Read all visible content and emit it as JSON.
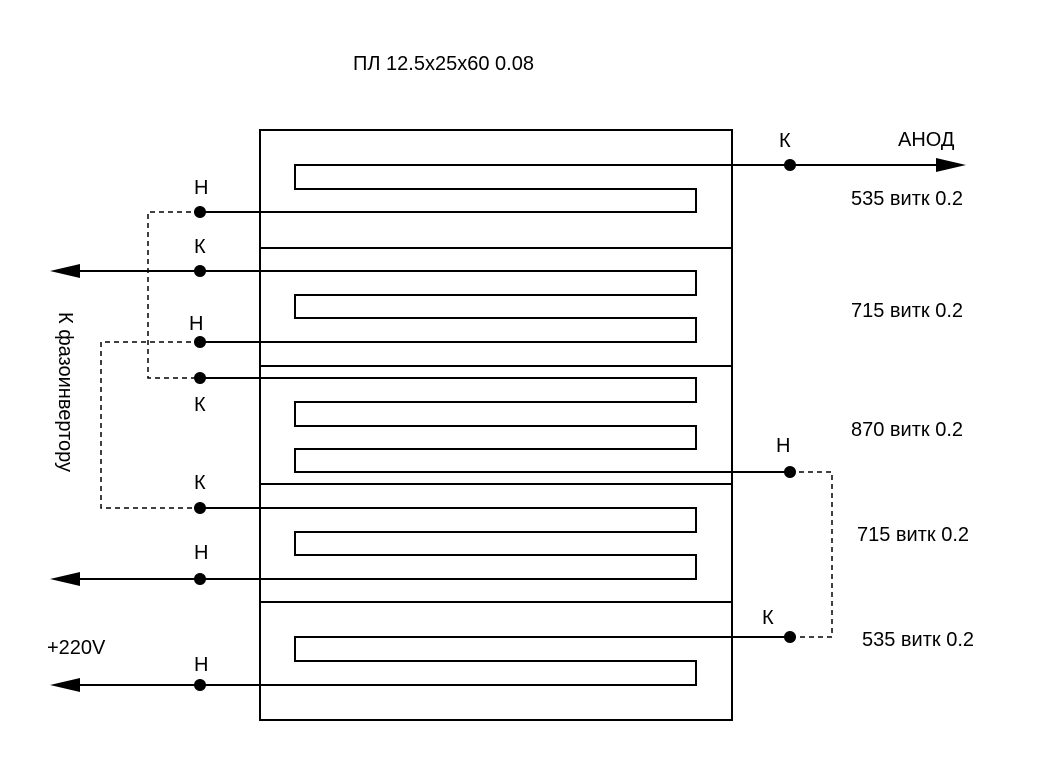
{
  "title": "ПЛ 12.5x25x60 0.08",
  "labels": {
    "anode": "АНОД",
    "phase_inverter": "К фазоинвертору",
    "supply": "+220V"
  },
  "sections": [
    {
      "turns": "535 витк 0.2"
    },
    {
      "turns": "715 витк 0.2"
    },
    {
      "turns": "870 витк 0.2"
    },
    {
      "turns": "715 витк 0.2"
    },
    {
      "turns": "535 витк 0.2"
    }
  ],
  "terminals": {
    "s1_end_right": "К",
    "s1_start_left": "Н",
    "s2_end_left": "К",
    "s2_start_left": "Н",
    "s3_end_left": "К",
    "s3_start_right": "Н",
    "s4_end_left": "К",
    "s4_start_left": "Н",
    "s5_end_right": "К",
    "s5_start_left": "Н"
  },
  "colors": {
    "ink": "#000000",
    "background": "#ffffff"
  }
}
